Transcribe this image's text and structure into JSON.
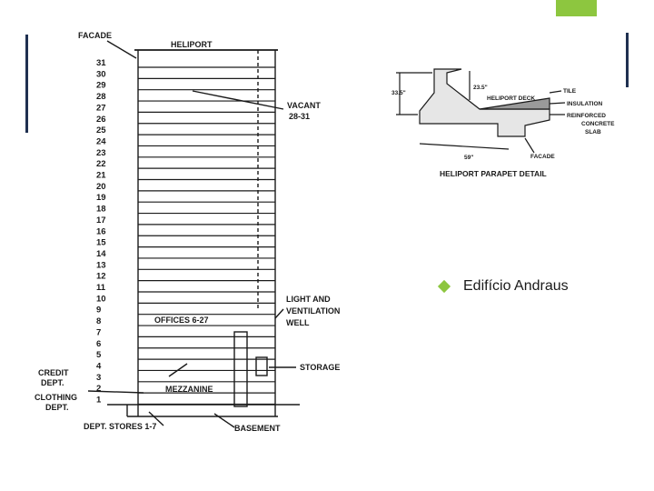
{
  "theme": {
    "accent": "#8dc63f",
    "frame": "#1f3050",
    "ink": "#1a1a1a"
  },
  "building_section": {
    "facade_label": "FACADE",
    "heliport_label": "HELIPORT",
    "floor_numbers": [
      "31",
      "30",
      "29",
      "28",
      "27",
      "26",
      "25",
      "24",
      "23",
      "22",
      "21",
      "20",
      "19",
      "18",
      "17",
      "16",
      "15",
      "14",
      "13",
      "12",
      "11",
      "10",
      "9",
      "8",
      "7",
      "6",
      "5",
      "4",
      "3",
      "2",
      "1"
    ],
    "vacant_label": [
      "VACANT",
      "28-31"
    ],
    "light_well_label": [
      "LIGHT AND",
      "VENTILATION",
      "WELL"
    ],
    "offices_label": "OFFICES 6-27",
    "storage_label": "STORAGE",
    "credit_label": [
      "CREDIT",
      "DEPT."
    ],
    "clothing_label": [
      "CLOTHING",
      "DEPT."
    ],
    "mezzanine_label": "MEZZANINE",
    "dept_stores_label": "DEPT. STORES 1-7",
    "basement_label": "BASEMENT"
  },
  "parapet_detail": {
    "title": "HELIPORT PARAPET DETAIL",
    "dim_left": "33.5\"",
    "dim_top": "23.5\"",
    "dim_bottom": "59\"",
    "deck_label": "HELIPORT DECK",
    "tile_label": "TILE",
    "insulation_label": "INSULATION",
    "reinforced_label": [
      "REINFORCED",
      "CONCRETE",
      "SLAB"
    ],
    "facade_label": "FACADE"
  },
  "bullet": {
    "text": "Edifício Andraus"
  }
}
